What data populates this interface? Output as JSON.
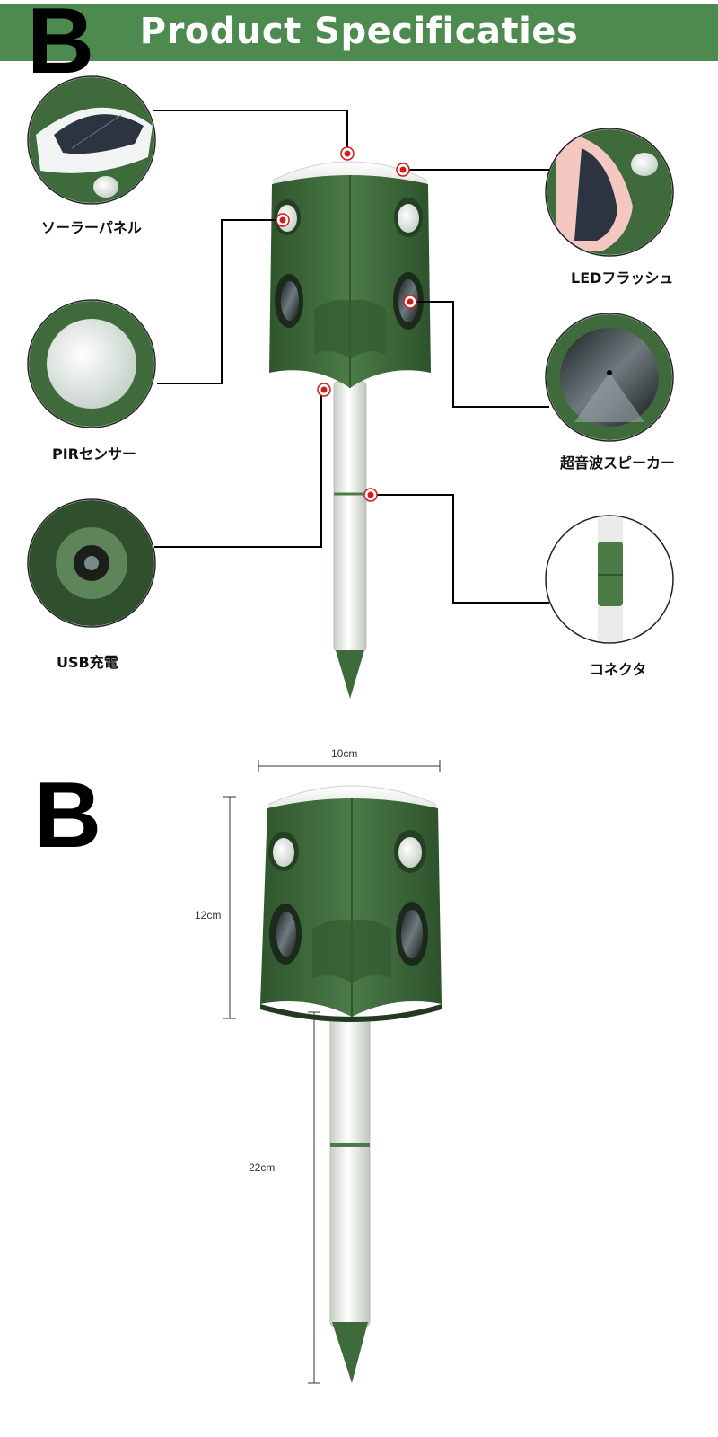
{
  "header": {
    "title": "Product Specificaties",
    "badge": "B"
  },
  "callouts": {
    "solar": "ソーラーパネル",
    "led": "LEDフラッシュ",
    "pir": "PIRセンサー",
    "speaker": "超音波スピーカー",
    "usb": "USB充電",
    "connector": "コネクタ"
  },
  "dimensions": {
    "badge": "B",
    "width": "10cm",
    "height": "12cm",
    "stake": "22cm"
  },
  "colors": {
    "banner": "#4d8a4f",
    "body": "#3e6a3c",
    "marker": "#d11a1a"
  }
}
